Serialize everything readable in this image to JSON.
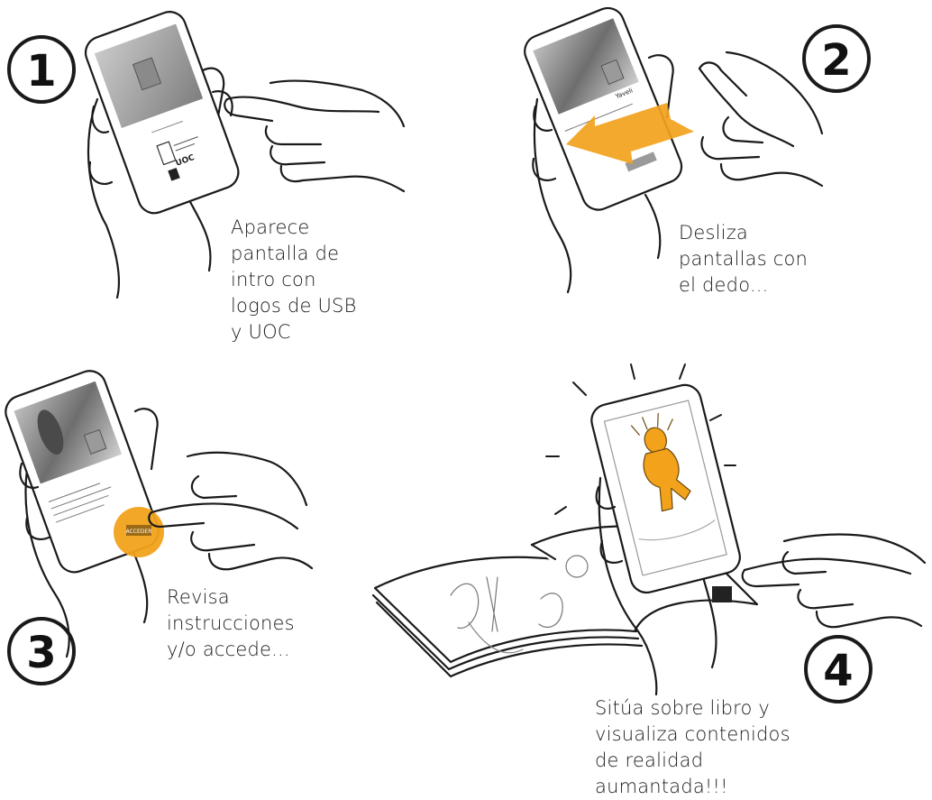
{
  "steps": [
    {
      "number": "1",
      "caption": "Aparece\npantalla de\nintro con\nlogos de USB\ny UOC"
    },
    {
      "number": "2",
      "caption": "Desliza\npantallas con\nel dedo..."
    },
    {
      "number": "3",
      "caption": "Revisa\ninstrucciones\ny/o accede..."
    },
    {
      "number": "4",
      "caption": "Sitúa sobre libro y\nvisualiza contenidos\nde realidad\naumantada!!!"
    }
  ],
  "phone_texts": {
    "logo_uoc": "UOC",
    "button_label": "ACCEDER",
    "card_name": "Yaveli"
  },
  "colors": {
    "accent_orange": "#f2a21b",
    "ink": "#1a1a1a",
    "screen_gray": "#9a9a9a"
  },
  "icons": [
    "hand-icon",
    "phone-icon",
    "book-icon",
    "finger-icon",
    "swipe-arrow-icon",
    "ar-figure-icon"
  ]
}
